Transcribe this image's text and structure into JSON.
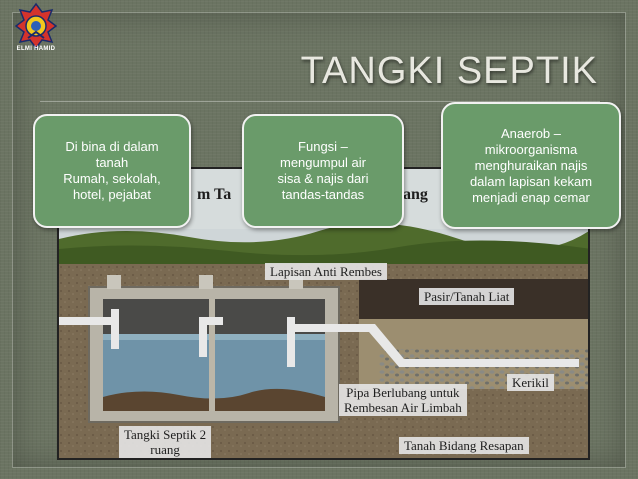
{
  "header": {
    "title": "TANGKI SEPTIK",
    "logo_text": "ELMI HAMID"
  },
  "callouts": [
    {
      "text": "Di bina di dalam\ntanah\nRumah, sekolah,\nhotel, pejabat"
    },
    {
      "text": "Fungsi –\nmengumpul air\nsisa & najis dari\ntandas-tandas"
    },
    {
      "text": "Anaerob –\nmikroorganisma\nmenghuraikan najis\ndalam lapisan kekam\nmenjadi enap cemar"
    }
  ],
  "diagram": {
    "title_fragment_left": "m Ta",
    "title_fragment_right": "ang",
    "labels": {
      "anti_rembes": "Lapisan Anti Rembes",
      "pasir": "Pasir/Tanah Liat",
      "kerikil": "Kerikil",
      "pipa": "Pipa Berlubang untuk\nRembesan Air Limbah",
      "tangki": "Tangki Septik 2\nruang",
      "tanah": "Tanah Bidang Resapan"
    }
  },
  "colors": {
    "callout_fill": "#6a9b6a",
    "slide_bg": "#6b7462"
  }
}
